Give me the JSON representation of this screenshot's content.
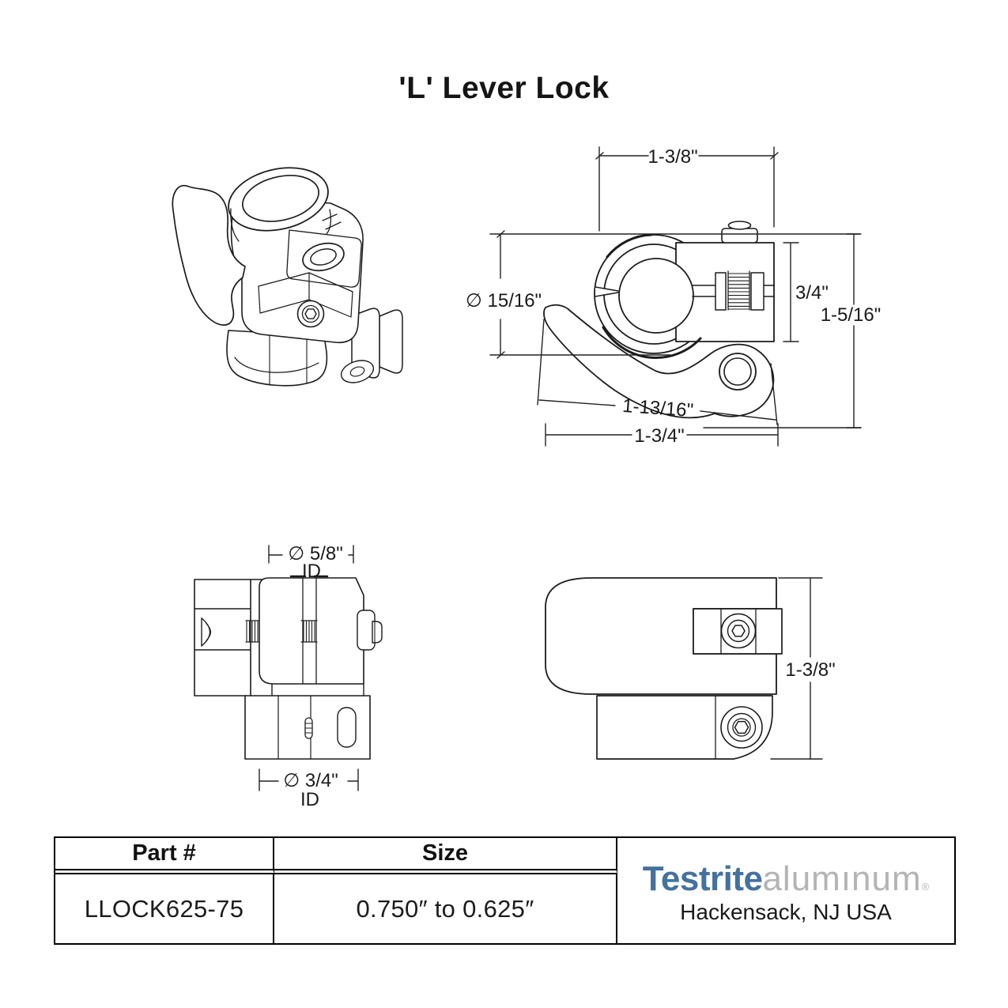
{
  "title": "'L' Lever Lock",
  "front_view": {
    "dim_top_width": "1-3/8\"",
    "dim_outer_diameter": "∅ 15/16\"",
    "dim_clamp_height": "3/4\"",
    "dim_overall_height": "1-5/16\"",
    "dim_lever_length": "1-13/16\"",
    "dim_overall_width": "1-3/4\""
  },
  "axial_view": {
    "dim_top_id": "∅ 5/8\"",
    "dim_top_id_label": "ID",
    "dim_bottom_id": "∅ 3/4\"",
    "dim_bottom_id_label": "ID"
  },
  "side_view": {
    "dim_height": "1-3/8\""
  },
  "spec_table": {
    "part_header": "Part #",
    "size_header": "Size",
    "part_number": "LLOCK625-75",
    "size_value": "0.750″ to 0.625″"
  },
  "brand": {
    "logo_primary": "Testrite",
    "logo_secondary": "alumınum",
    "registered_mark": "®",
    "location": "Hackensack, NJ USA",
    "primary_color": "#44719f",
    "secondary_color": "#b4b4b4"
  }
}
